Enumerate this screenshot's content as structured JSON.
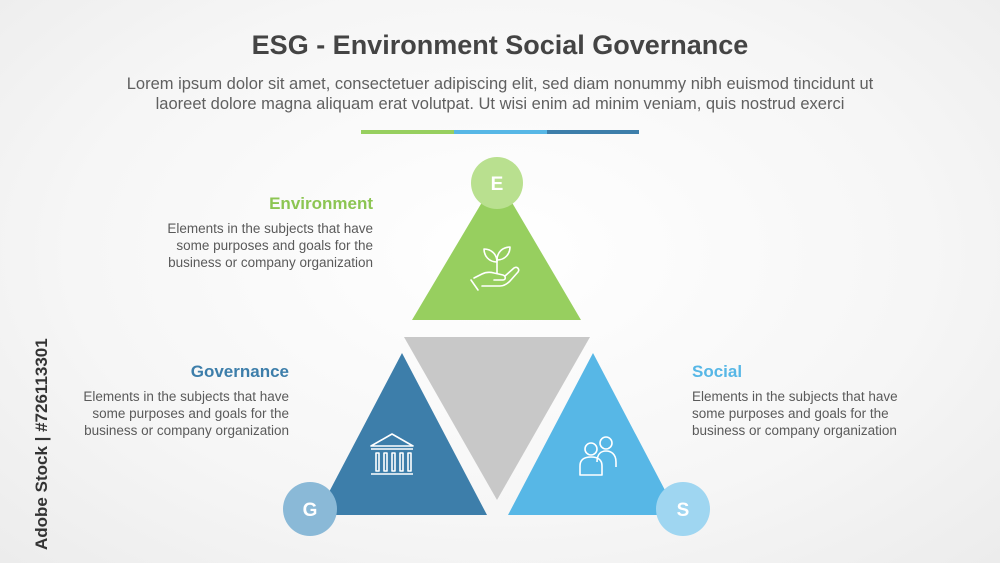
{
  "header": {
    "title": "ESG - Environment Social Governance",
    "subtitle_line1": "Lorem ipsum dolor sit amet, consectetuer adipiscing elit, sed diam nonummy nibh euismod tincidunt ut",
    "subtitle_line2": "laoreet dolore magna aliquam erat volutpat. Ut wisi enim ad minim veniam, quis nostrud exerci"
  },
  "colors": {
    "environment": "#97cf5f",
    "governance": "#3d7eaa",
    "social": "#57b7e6",
    "center": "#c8c8c8"
  },
  "environment": {
    "letter": "E",
    "heading": "Environment",
    "desc_line1": "Elements in the subjects that have",
    "desc_line2": "some purposes and goals for the",
    "desc_line3": "business or company organization",
    "icon": "plant-in-hand-icon"
  },
  "governance": {
    "letter": "G",
    "heading": "Governance",
    "desc_line1": "Elements in the subjects that have",
    "desc_line2": "some purposes and goals for the",
    "desc_line3": "business or company organization",
    "icon": "government-building-icon"
  },
  "social": {
    "letter": "S",
    "heading": "Social",
    "desc_line1": "Elements in the subjects that have",
    "desc_line2": "some purposes and goals for the",
    "desc_line3": "business or company organization",
    "icon": "people-icon"
  },
  "watermark": {
    "text": "Adobe Stock | #726113301"
  }
}
